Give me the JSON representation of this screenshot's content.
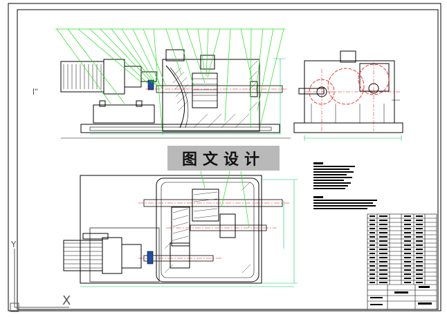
{
  "watermark": {
    "chars": [
      "图",
      "文",
      "设",
      "计"
    ]
  },
  "ucs": {
    "y_label": "Y",
    "x_label": "X"
  },
  "side_stub_label": "|''",
  "colors": {
    "background": "#ffffff",
    "line": "#000000",
    "leader": "#22dd22",
    "center": "#ee0000",
    "dimension": "#00cc66",
    "hatch": "#333333"
  },
  "leader_count_front": 18
}
